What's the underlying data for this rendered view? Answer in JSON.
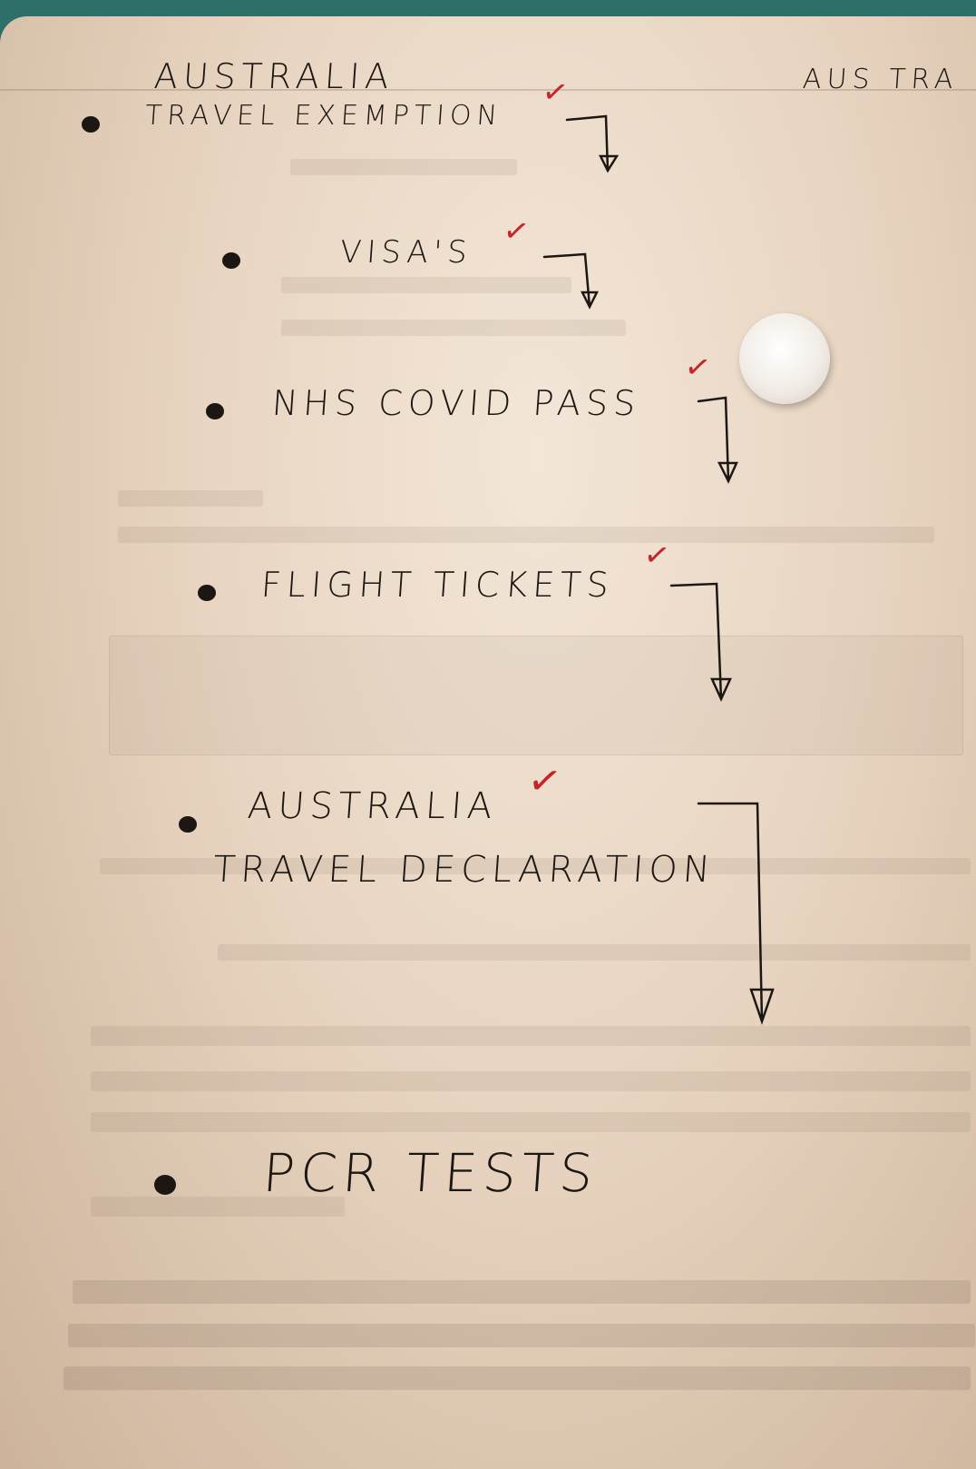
{
  "title": "AUSTRALIA",
  "corner_text": "AUS TRA",
  "items": [
    {
      "label": "TRAVEL EXEMPTION",
      "checked": true
    },
    {
      "label": "VISA'S",
      "checked": true
    },
    {
      "label": "NHS COVID PASS",
      "checked": true
    },
    {
      "label": "FLIGHT TICKETS",
      "checked": true
    },
    {
      "label": "AUSTRALIA",
      "label2": "TRAVEL DECLARATION",
      "checked": true
    },
    {
      "label": "PCR TESTS",
      "checked": false
    }
  ],
  "check_glyph": "✓",
  "colors": {
    "ink": "#1c1712",
    "check": "#c4262a",
    "paper": "#ecdccb"
  }
}
